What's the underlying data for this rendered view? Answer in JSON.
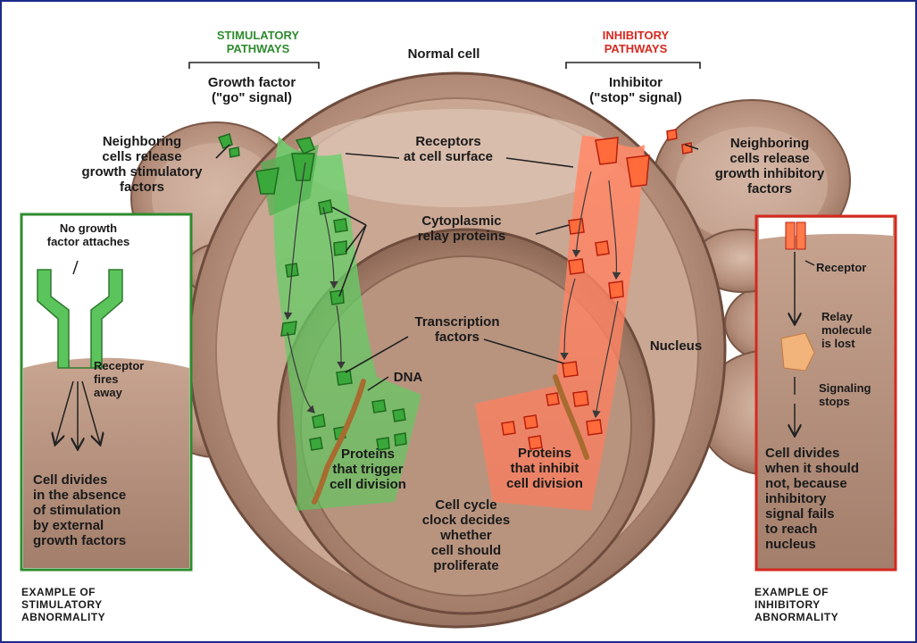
{
  "labels": {
    "stimulatory_header": "STIMULATORY\nPATHWAYS",
    "inhibitory_header": "INHIBITORY\nPATHWAYS",
    "normal_cell": "Normal cell",
    "growth_factor": "Growth factor\n(\"go\" signal)",
    "inhibitor": "Inhibitor\n(\"stop\" signal)",
    "neighbor_left": "Neighboring\ncells release\ngrowth stimulatory\nfactors",
    "neighbor_right": "Neighboring\ncells release\ngrowth inhibitory\nfactors",
    "receptors": "Receptors\nat cell surface",
    "relay_proteins": "Cytoplasmic\nrelay proteins",
    "transcription": "Transcription\nfactors",
    "nucleus": "Nucleus",
    "dna": "DNA",
    "proteins_trigger": "Proteins\nthat trigger\ncell division",
    "proteins_inhibit": "Proteins\nthat inhibit\ncell division",
    "cell_cycle": "Cell cycle\nclock decides\nwhether\ncell should\nproliferate"
  },
  "left_box": {
    "no_growth": "No growth\nfactor attaches",
    "receptor_fires": "Receptor\nfires\naway",
    "cell_divides": "Cell divides\nin the absence\nof stimulation\nby external\ngrowth factors",
    "caption": "EXAMPLE OF\nSTIMULATORY\nABNORMALITY"
  },
  "right_box": {
    "receptor": "Receptor",
    "relay_lost": "Relay\nmolecule\nis lost",
    "signaling_stops": "Signaling\nstops",
    "cell_divides": "Cell divides\nwhen it should\nnot, because\ninhibitory\nsignal fails\nto reach\nnucleus",
    "caption": "EXAMPLE OF\nINHIBITORY\nABNORMALITY"
  },
  "colors": {
    "frame": "#1d2a8a",
    "stimulatory": "#2e8b2e",
    "inhibitory": "#d5291f",
    "cell": "#b58f7c"
  }
}
